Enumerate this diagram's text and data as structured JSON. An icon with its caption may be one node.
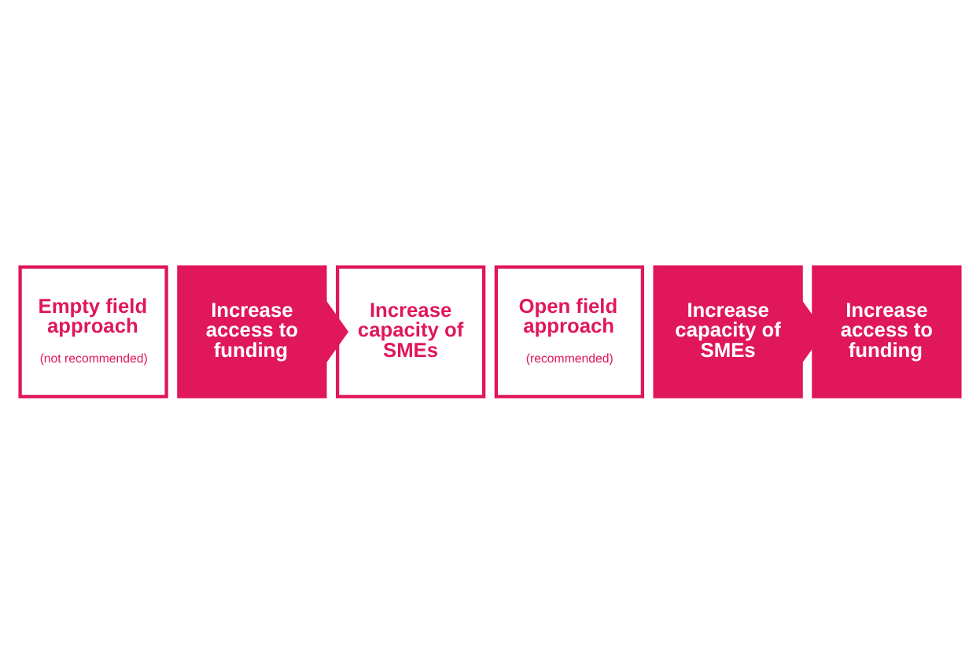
{
  "diagram": {
    "nodes": [
      {
        "text": [
          "Empty field approach",
          "(not recommended)"
        ]
      },
      {
        "text": [
          "Increase access to funding"
        ]
      },
      {
        "text": [
          "Increase capacity of SMEs"
        ]
      },
      {
        "text": [
          "Open field approach",
          "(recommended)"
        ]
      },
      {
        "text": [
          "Increase capacity of SMEs"
        ]
      },
      {
        "text": [
          "Increase access to funding"
        ]
      }
    ],
    "edges": [
      {
        "from": 1,
        "to": 2,
        "arrow": "to"
      },
      {
        "from": 4,
        "to": 5,
        "arrow": "to"
      }
    ]
  }
}
